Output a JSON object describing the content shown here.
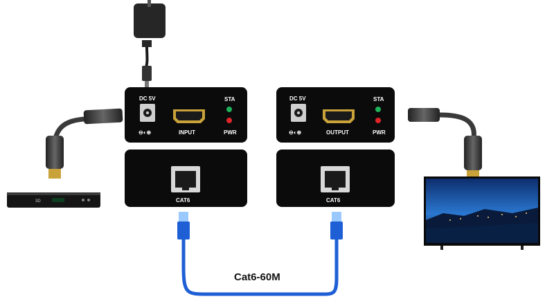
{
  "transmitter": {
    "power_label": "DC 5V",
    "port_label": "INPUT",
    "status_label": "STA",
    "power_led_label": "PWR",
    "lan_label": "CAT6",
    "polarity_symbol": "⊖◐⊕"
  },
  "receiver": {
    "power_label": "DC 5V",
    "port_label": "OUTPUT",
    "status_label": "STA",
    "power_led_label": "PWR",
    "lan_label": "CAT6",
    "polarity_symbol": "⊖◐⊕"
  },
  "cable": {
    "label": "Cat6-60M",
    "color": "#1f5fd6"
  },
  "source_device": {
    "badge": "3D"
  },
  "colors": {
    "device_body": "#0b0b0b",
    "led_green": "#1fb15a",
    "led_red": "#e0242a",
    "hdmi_gold": "#c9a23a",
    "tv_sky": "#1c5fb5"
  }
}
